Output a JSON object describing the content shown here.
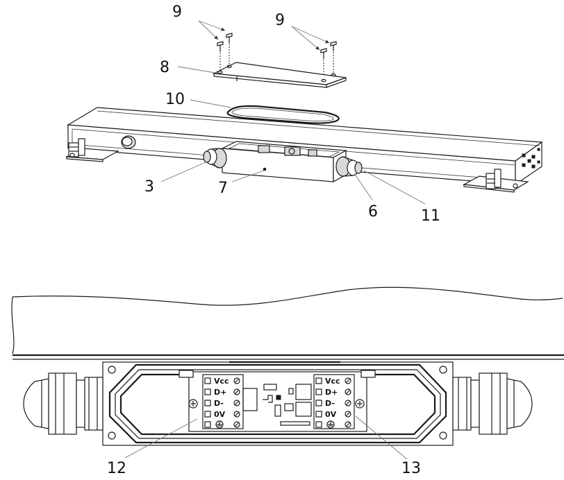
{
  "callouts": {
    "c3": "3",
    "c6": "6",
    "c7": "7",
    "c8": "8",
    "c9a": "9",
    "c9b": "9",
    "c10": "10",
    "c11": "11",
    "c12": "12",
    "c13": "13"
  },
  "terminals": {
    "left": [
      "Vcc",
      "D+",
      "D-",
      "0V"
    ],
    "right": [
      "Vcc",
      "D+",
      "D-",
      "0V"
    ]
  }
}
